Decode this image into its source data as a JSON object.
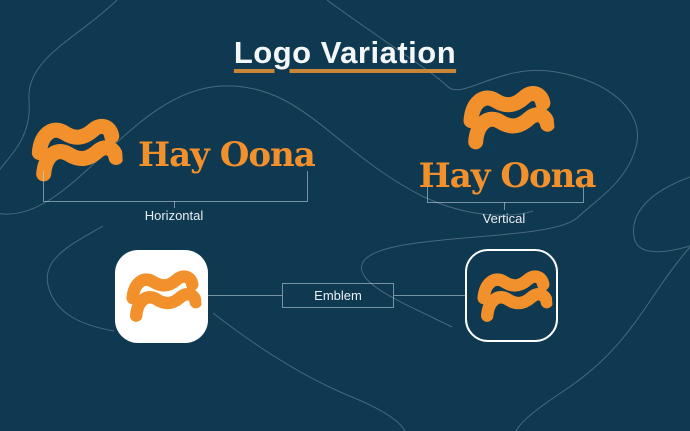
{
  "title": {
    "text": "Logo Variation"
  },
  "brand": {
    "wordmark": "Hay Oona"
  },
  "sections": {
    "horizontal": {
      "label": "Horizontal"
    },
    "vertical": {
      "label": "Vertical"
    },
    "emblem": {
      "label": "Emblem"
    }
  },
  "icons": {
    "wave": "wave-logo-icon"
  },
  "colors": {
    "background": "#0E3950",
    "orange": "#F2902B",
    "title": "#F4F7F8",
    "underline": "#C98636",
    "label": "#E9EEF2",
    "line": "rgba(205,220,232,0.55)",
    "curve": "rgba(205,220,232,0.30)",
    "tile": "#FFFFFF"
  }
}
